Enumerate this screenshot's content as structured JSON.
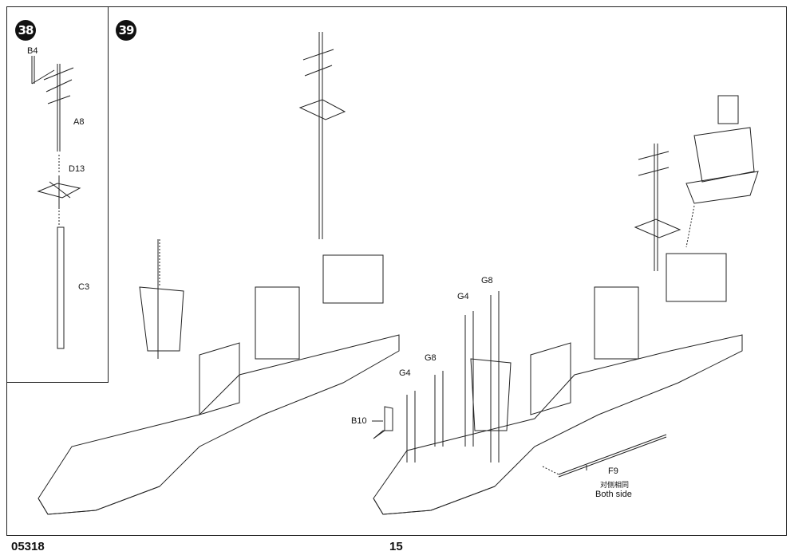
{
  "steps": {
    "left": "38",
    "main": "39"
  },
  "parts": {
    "b4": "B4",
    "a8": "A8",
    "d13": "D13",
    "c3": "C3",
    "b10": "B10",
    "g4_a": "G4",
    "g8_a": "G8",
    "g4_b": "G4",
    "g8_b": "G8",
    "f9": "F9",
    "f9_cn": "对侧相同",
    "f9_en": "Both side"
  },
  "footer": {
    "code": "05318",
    "page": "15"
  }
}
